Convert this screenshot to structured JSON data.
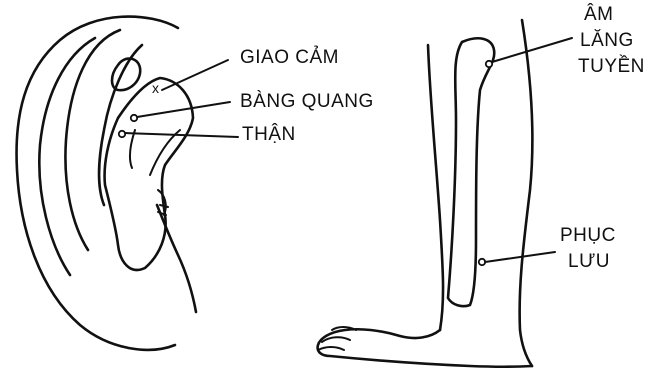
{
  "ear": {
    "labels": {
      "giao_cam": "GIAO CẢM",
      "bang_quang": "BÀNG QUANG",
      "than": "THẬN"
    }
  },
  "leg": {
    "labels": {
      "am_lang_tuyen": [
        "ÂM",
        "LĂNG",
        "TUYỀN"
      ],
      "phuc_luu": [
        "PHỤC",
        "LƯU"
      ]
    }
  },
  "colors": {
    "ink": "#111111",
    "background": "#ffffff"
  }
}
